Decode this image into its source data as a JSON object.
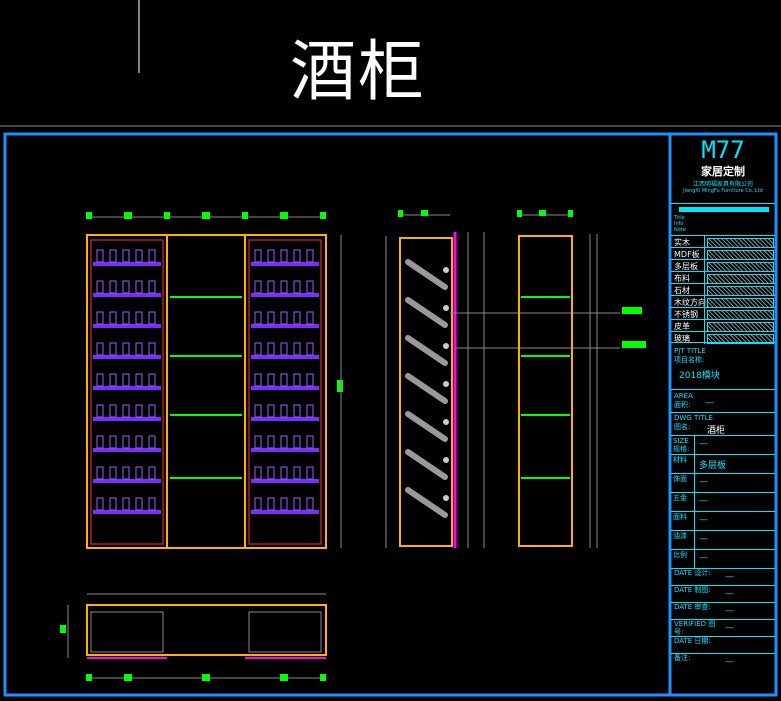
{
  "title": "酒柜",
  "title_block": {
    "logo": "M77",
    "brand": "家居定制",
    "company_cn": "江西明福家具有限公司",
    "company_en": "JiangXi MingFu Furniture Co.,Ltd",
    "info_lines": [
      "Title",
      "Info",
      "Note"
    ],
    "materials": [
      {
        "label": "实木",
        "pattern": "hatch"
      },
      {
        "label": "MDF板",
        "pattern": "speckle"
      },
      {
        "label": "多层板",
        "pattern": "layers"
      },
      {
        "label": "布料",
        "pattern": "cross"
      },
      {
        "label": "石材",
        "pattern": "dots"
      },
      {
        "label": "木纹方向",
        "pattern": "arrow"
      },
      {
        "label": "不锈钢",
        "pattern": "diagonal"
      },
      {
        "label": "皮革",
        "pattern": "grid"
      },
      {
        "label": "玻璃",
        "pattern": "diagonal"
      }
    ],
    "project_title_en": "PJT TITLE",
    "project_title_cn": "项目名称:",
    "project_name": "2018模块",
    "area_en": "AREA",
    "area_cn": "面积:",
    "area_value": "—",
    "dwg_title_en": "DWG TITLE",
    "dwg_title_cn": "图名:",
    "dwg_title_value": "酒柜",
    "fields": [
      {
        "label": "SIZE 规格:",
        "value": "—"
      },
      {
        "label": "材料",
        "value": "多层板"
      },
      {
        "label": "饰面",
        "value": "—"
      },
      {
        "label": "五金",
        "value": "—"
      },
      {
        "label": "面料",
        "value": "—"
      },
      {
        "label": "油漆",
        "value": "—"
      },
      {
        "label": "比例",
        "value": "—"
      }
    ],
    "dates": [
      {
        "label": "DATE 设计:",
        "value": "—"
      },
      {
        "label": "DATE 制图:",
        "value": "—"
      },
      {
        "label": "DATE 审查:",
        "value": "—"
      },
      {
        "label": "VERIFIED 图号:",
        "value": "—"
      },
      {
        "label": "DATE 日期:",
        "value": ""
      },
      {
        "label": "备注:",
        "value": "—"
      }
    ]
  },
  "colors": {
    "frame": "#1e90ff",
    "cyan": "#00e5ff",
    "orange": "#ffb000",
    "green": "#00ff00",
    "purple": "#8a2be2",
    "magenta": "#ff00ff"
  }
}
